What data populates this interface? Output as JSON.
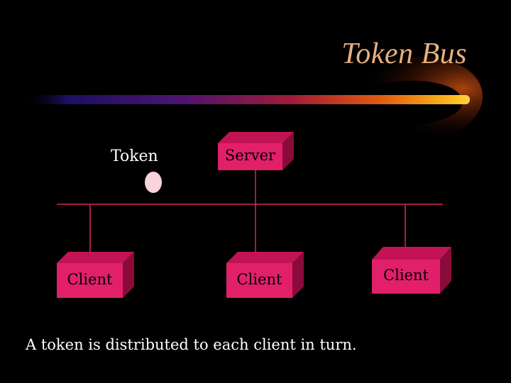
{
  "slide": {
    "title": "Token Bus",
    "caption": "A token is distributed to each client in turn."
  },
  "diagram": {
    "token_label": "Token",
    "server_label": "Server",
    "clients": [
      "Client",
      "Client",
      "Client"
    ]
  },
  "colors": {
    "background": "#000000",
    "title": "#e8b07e",
    "box_front": "#e2206a",
    "box_top": "#c21455",
    "box_side": "#8a0b3a",
    "bus_line": "#d9265f",
    "token": "#fbd3dc"
  }
}
